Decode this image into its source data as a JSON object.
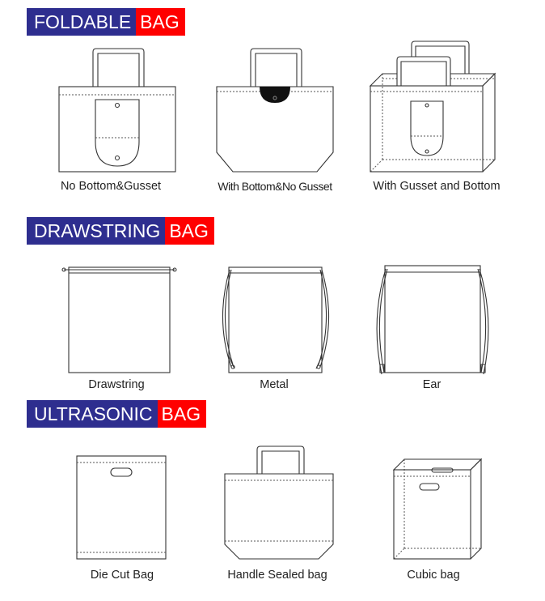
{
  "sections": [
    {
      "title_main": "FOLDABLE",
      "title_accent": "BAG",
      "items": [
        "No Bottom&Gusset",
        "With Bottom&No Gusset",
        "With Gusset and Bottom"
      ]
    },
    {
      "title_main": "DRAWSTRING",
      "title_accent": "BAG",
      "items": [
        "Drawstring",
        "Metal",
        "Ear"
      ]
    },
    {
      "title_main": "ULTRASONIC",
      "title_accent": "BAG",
      "items": [
        "Die Cut Bag",
        "Handle Sealed bag",
        "Cubic bag"
      ]
    }
  ],
  "colors": {
    "banner_blue": "#2e2e8f",
    "banner_red": "#ff0000"
  }
}
